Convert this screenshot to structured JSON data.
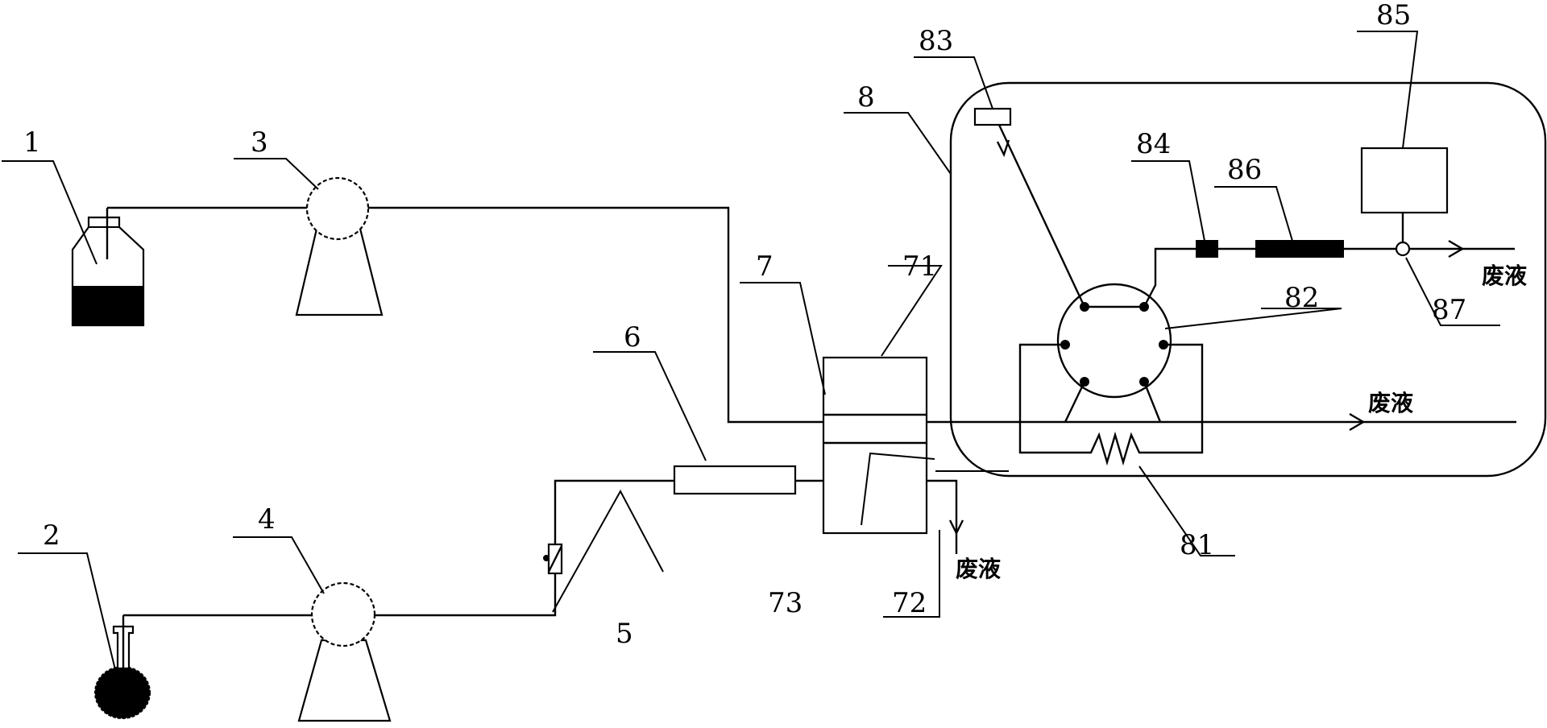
{
  "callouts": {
    "c1": "1",
    "c2": "2",
    "c3": "3",
    "c4": "4",
    "c5": "5",
    "c6": "6",
    "c7": "7",
    "c71": "71",
    "c72": "72",
    "c73": "73",
    "c8": "8",
    "c81": "81",
    "c82": "82",
    "c83": "83",
    "c84": "84",
    "c85": "85",
    "c86": "86",
    "c87": "87"
  },
  "waste_label": "废液"
}
